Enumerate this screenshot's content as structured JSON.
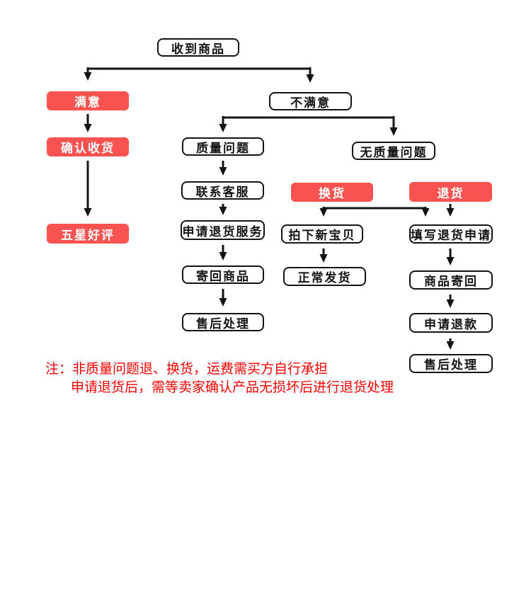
{
  "colors": {
    "background": "#ffffff",
    "accent_red": "#f85350",
    "outline_black": "#141414",
    "note_red": "#fe0202"
  },
  "flowchart": {
    "nodes": {
      "receive_goods": {
        "label": "收到商品",
        "style": "outline"
      },
      "satisfied": {
        "label": "满意",
        "style": "solid"
      },
      "unsatisfied": {
        "label": "不满意",
        "style": "outline"
      },
      "confirm_receipt": {
        "label": "确认收货",
        "style": "solid"
      },
      "quality_issue": {
        "label": "质量问题",
        "style": "outline"
      },
      "no_quality_issue": {
        "label": "无质量问题",
        "style": "outline"
      },
      "contact_service": {
        "label": "联系客服",
        "style": "outline"
      },
      "exchange": {
        "label": "换货",
        "style": "solid"
      },
      "return_goods": {
        "label": "退货",
        "style": "solid"
      },
      "apply_return_service": {
        "label": "申请退货服务",
        "style": "outline"
      },
      "five_star_review": {
        "label": "五星好评",
        "style": "solid"
      },
      "buy_new_item": {
        "label": "拍下新宝贝",
        "style": "outline"
      },
      "fill_return_form": {
        "label": "填写退货申请",
        "style": "outline"
      },
      "send_back_goods": {
        "label": "寄回商品",
        "style": "outline"
      },
      "normal_shipping": {
        "label": "正常发货",
        "style": "outline"
      },
      "goods_sent_back": {
        "label": "商品寄回",
        "style": "outline"
      },
      "after_sales_mid": {
        "label": "售后处理",
        "style": "outline"
      },
      "apply_refund": {
        "label": "申请退款",
        "style": "outline"
      },
      "after_sales_right": {
        "label": "售后处理",
        "style": "outline"
      }
    },
    "note": {
      "line1": "注：非质量问题退、换货，运费需买方自行承担",
      "line2": "申请退货后，需等卖家确认产品无损坏后进行退货处理"
    }
  }
}
